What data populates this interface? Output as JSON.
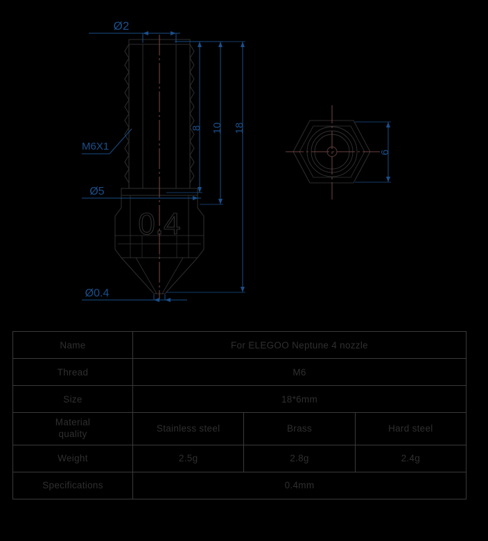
{
  "drawing": {
    "title": "nozzle-technical-drawing",
    "colors": {
      "background": "#000000",
      "outline": "#2d2d2d",
      "dimension": "#1a4f8a",
      "centerline": "#5a3a3a",
      "text": "#2f2f2f"
    },
    "labels": {
      "top_diameter": "Ø2",
      "thread": "M6X1",
      "shoulder_diameter": "Ø5",
      "nozzle_diameter": "Ø0.4",
      "dim_8": "8",
      "dim_10": "10",
      "dim_18": "18",
      "hex_width": "6",
      "engraved_size": "0.4"
    }
  },
  "table": {
    "name": "specifications-table",
    "rows": [
      {
        "label": "Name",
        "cells": [
          {
            "text": "For ELEGOO Neptune 4 nozzle",
            "span": 3
          }
        ]
      },
      {
        "label": "Thread",
        "cells": [
          {
            "text": "M6",
            "span": 3
          }
        ]
      },
      {
        "label": "Size",
        "cells": [
          {
            "text": "18*6mm",
            "span": 3
          }
        ]
      },
      {
        "label": "Material quality",
        "label_line1": "Material",
        "label_line2": "quality",
        "cells": [
          {
            "text": "Stainless steel",
            "span": 1
          },
          {
            "text": "Brass",
            "span": 1
          },
          {
            "text": "Hard steel",
            "span": 1
          }
        ]
      },
      {
        "label": "Weight",
        "cells": [
          {
            "text": "2.5g",
            "span": 1
          },
          {
            "text": "2.8g",
            "span": 1
          },
          {
            "text": "2.4g",
            "span": 1
          }
        ]
      },
      {
        "label": "Specifications",
        "cells": [
          {
            "text": "0.4mm",
            "span": 3
          }
        ]
      }
    ]
  }
}
